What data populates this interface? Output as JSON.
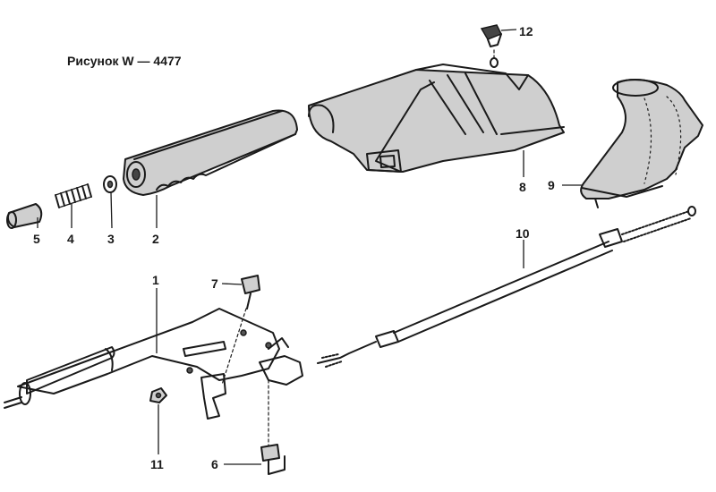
{
  "figure": {
    "title": "Рисунок W — 4477"
  },
  "callouts": [
    {
      "id": "part-1",
      "label": "1"
    },
    {
      "id": "part-2",
      "label": "2"
    },
    {
      "id": "part-3",
      "label": "3"
    },
    {
      "id": "part-4",
      "label": "4"
    },
    {
      "id": "part-5",
      "label": "5"
    },
    {
      "id": "part-6",
      "label": "6"
    },
    {
      "id": "part-7",
      "label": "7"
    },
    {
      "id": "part-8",
      "label": "8"
    },
    {
      "id": "part-9",
      "label": "9"
    },
    {
      "id": "part-10",
      "label": "10"
    },
    {
      "id": "part-11",
      "label": "11"
    },
    {
      "id": "part-12",
      "label": "12"
    }
  ],
  "colors": {
    "ink": "#1a1a1a",
    "background": "#ffffff",
    "shade": "#cfcfcf"
  }
}
